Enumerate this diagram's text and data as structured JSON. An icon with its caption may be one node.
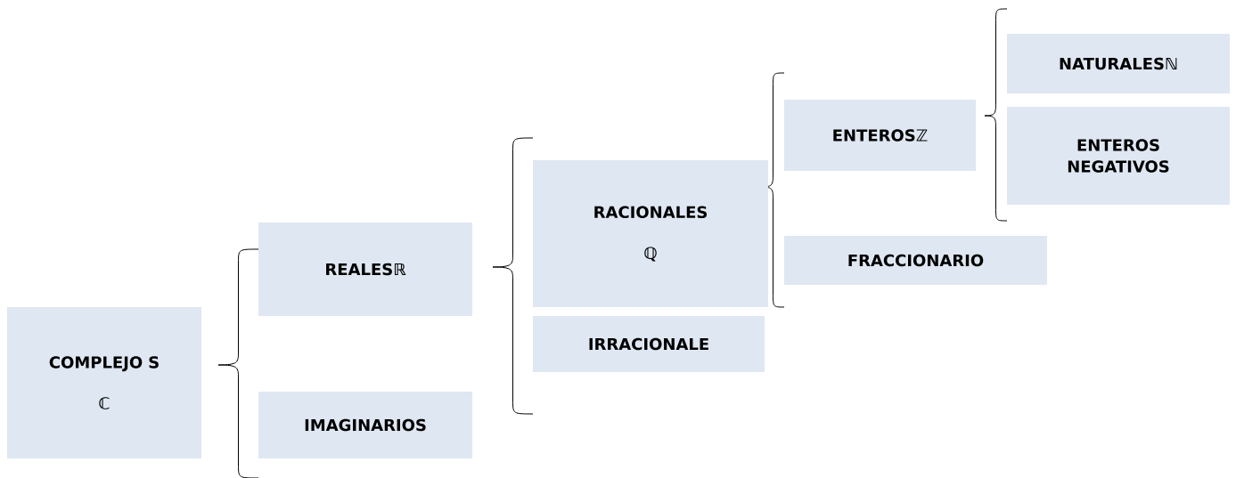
{
  "diagram": {
    "nodes": [
      {
        "text": [
          "COMPLEJO S",
          "ℂ"
        ]
      },
      {
        "text": [
          "REALESℝ"
        ]
      },
      {
        "text": [
          "IMAGINARIOS"
        ]
      },
      {
        "text": [
          "RACIONALES",
          "ℚ"
        ]
      },
      {
        "text": [
          "IRRACIONALE"
        ]
      },
      {
        "text": [
          "ENTEROSℤ"
        ]
      },
      {
        "text": [
          "FRACCIONARIO"
        ]
      },
      {
        "text": [
          "NATURALESℕ"
        ]
      },
      {
        "text": [
          "ENTEROS NEGATIVOS"
        ]
      }
    ]
  }
}
